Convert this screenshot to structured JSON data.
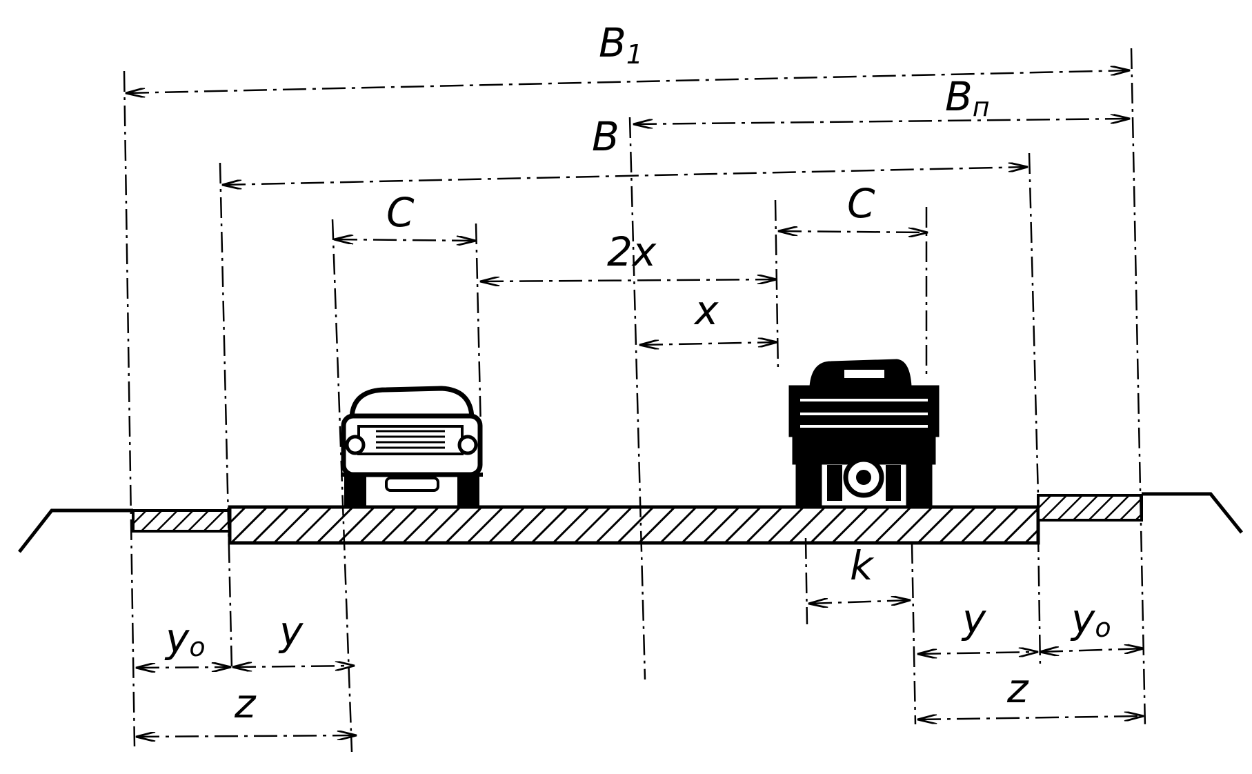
{
  "labels": {
    "B1": "B",
    "B1_sub": "1",
    "Bn": "B",
    "Bn_sub": "п",
    "B": "B",
    "C_left": "C",
    "C_right": "C",
    "two_x": "2x",
    "x": "x",
    "k": "k",
    "y0_left": "y",
    "y0_left_sub": "o",
    "y_left": "y",
    "z_left": "z",
    "y_right": "y",
    "y0_right": "y",
    "y0_right_sub": "o",
    "z_right": "z"
  }
}
